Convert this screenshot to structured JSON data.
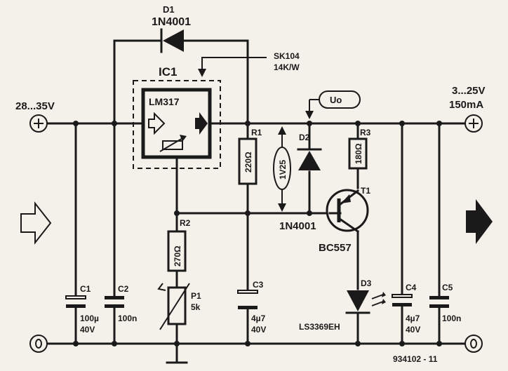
{
  "labels": {
    "d1_ref": "D1",
    "d1_part": "1N4001",
    "heatsink_part": "SK104",
    "heatsink_rating": "14K/W",
    "ic_ref": "IC1",
    "ic_part": "LM317",
    "input_voltage": "28...35V",
    "output_voltage": "3...25V",
    "output_current": "150mA",
    "uo": "Uo",
    "r1_ref": "R1",
    "r1_value": "220Ω",
    "ref_voltage": "1V25",
    "d2_ref": "D2",
    "d2_part": "1N4001",
    "r3_ref": "R3",
    "r3_value": "180Ω",
    "t1_ref": "T1",
    "t1_part": "BC557",
    "r2_ref": "R2",
    "r2_value": "270Ω",
    "p1_ref": "P1",
    "p1_value": "5k",
    "c1_ref": "C1",
    "c1_value": "100µ",
    "c1_voltage": "40V",
    "c2_ref": "C2",
    "c2_value": "100n",
    "c3_ref": "C3",
    "c3_value": "4µ7",
    "c3_voltage": "40V",
    "c4_ref": "C4",
    "c4_value": "4µ7",
    "c4_voltage": "40V",
    "c5_ref": "C5",
    "c5_value": "100n",
    "d3_ref": "D3",
    "d3_part": "LS3369EH",
    "figure_number": "934102 - 11"
  }
}
